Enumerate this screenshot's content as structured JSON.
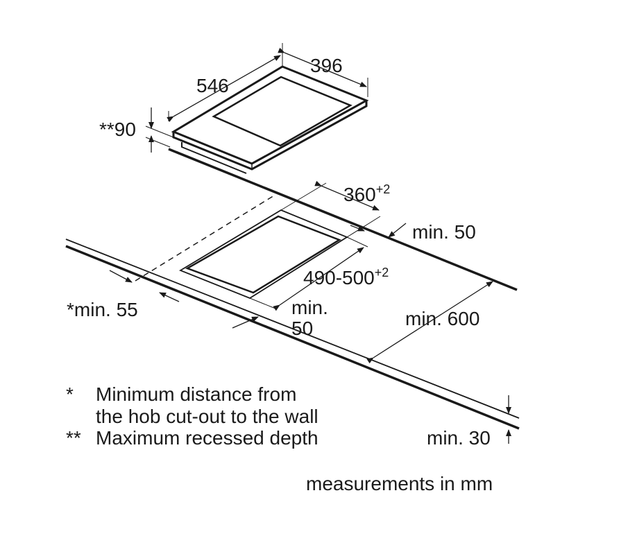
{
  "dimensions": {
    "hob_width": "546",
    "hob_depth": "396",
    "recess_depth": "**90",
    "cutout_depth": "360",
    "cutout_depth_tol": "+2",
    "cutout_width": "490-500",
    "cutout_width_tol": "+2",
    "wall_clearance": "*min. 55",
    "front_clearance_line1": "min.",
    "front_clearance_line2": "50",
    "rear_clearance": "min. 50",
    "worktop_depth": "min. 600",
    "worktop_thickness": "min. 30"
  },
  "footnotes": [
    {
      "marker": "*",
      "line1": "Minimum distance from",
      "line2": "the hob cut-out to the wall"
    },
    {
      "marker": "**",
      "line1": "Maximum recessed depth"
    }
  ],
  "units_note": "measurements in mm"
}
